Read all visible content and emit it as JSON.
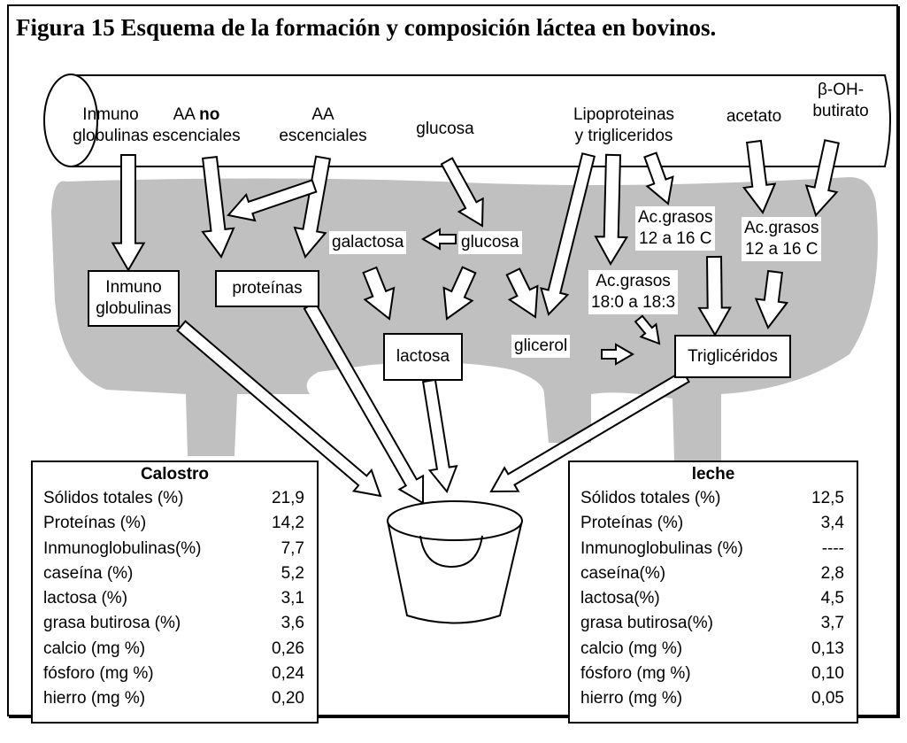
{
  "title": "Figura 15 Esquema de la formación y composición láctea en bovinos.",
  "blood": {
    "inmuno": [
      "Inmuno",
      "globulinas"
    ],
    "aa_no": [
      "AA ",
      "no",
      "escenciales"
    ],
    "aa_esc": [
      "AA",
      "escenciales"
    ],
    "glucosa": "glucosa",
    "lipo": [
      "Lipoproteinas",
      "y trigliceridos"
    ],
    "acetato": "acetato",
    "butirato": [
      "β-OH-",
      "butirato"
    ]
  },
  "gland": {
    "inmuno": [
      "Inmuno",
      "globulinas"
    ],
    "proteinas": "proteínas",
    "galactosa": "galactosa",
    "glucosa": "glucosa",
    "lactosa": "lactosa",
    "glicerol": "glicerol",
    "acgrasos_18": [
      "Ac.grasos",
      "18:0 a 18:3"
    ],
    "acgrasos_12a": [
      "Ac.grasos",
      "12 a 16 C"
    ],
    "acgrasos_12b": [
      "Ac.grasos",
      "12 a 16 C"
    ],
    "trigliceridos": "Triglicéridos"
  },
  "calostro": {
    "title": "Calostro",
    "rows": [
      [
        "Sólidos totales (%)",
        "21,9"
      ],
      [
        "Proteínas (%)",
        "14,2"
      ],
      [
        "Inmunoglobulinas(%)",
        "7,7"
      ],
      [
        "caseína (%)",
        "5,2"
      ],
      [
        "lactosa (%)",
        "3,1"
      ],
      [
        "grasa butirosa (%)",
        "3,6"
      ],
      [
        "calcio (mg %)",
        "0,26"
      ],
      [
        "fósforo (mg %)",
        "0,24"
      ],
      [
        "hierro (mg %)",
        "0,20"
      ]
    ]
  },
  "leche": {
    "title": "leche",
    "rows": [
      [
        "Sólidos totales (%)",
        "12,5"
      ],
      [
        "Proteínas (%)",
        "3,4"
      ],
      [
        "Inmunoglobulinas (%)",
        "----"
      ],
      [
        "caseína(%)",
        "2,8"
      ],
      [
        "lactosa(%)",
        "4,5"
      ],
      [
        "grasa butirosa(%)",
        "3,7"
      ],
      [
        "calcio (mg %)",
        "0,13"
      ],
      [
        "fósforo (mg %)",
        "0,10"
      ],
      [
        "hierro (mg %)",
        "0,05"
      ]
    ]
  },
  "colors": {
    "gland": "#c0c0c0"
  }
}
